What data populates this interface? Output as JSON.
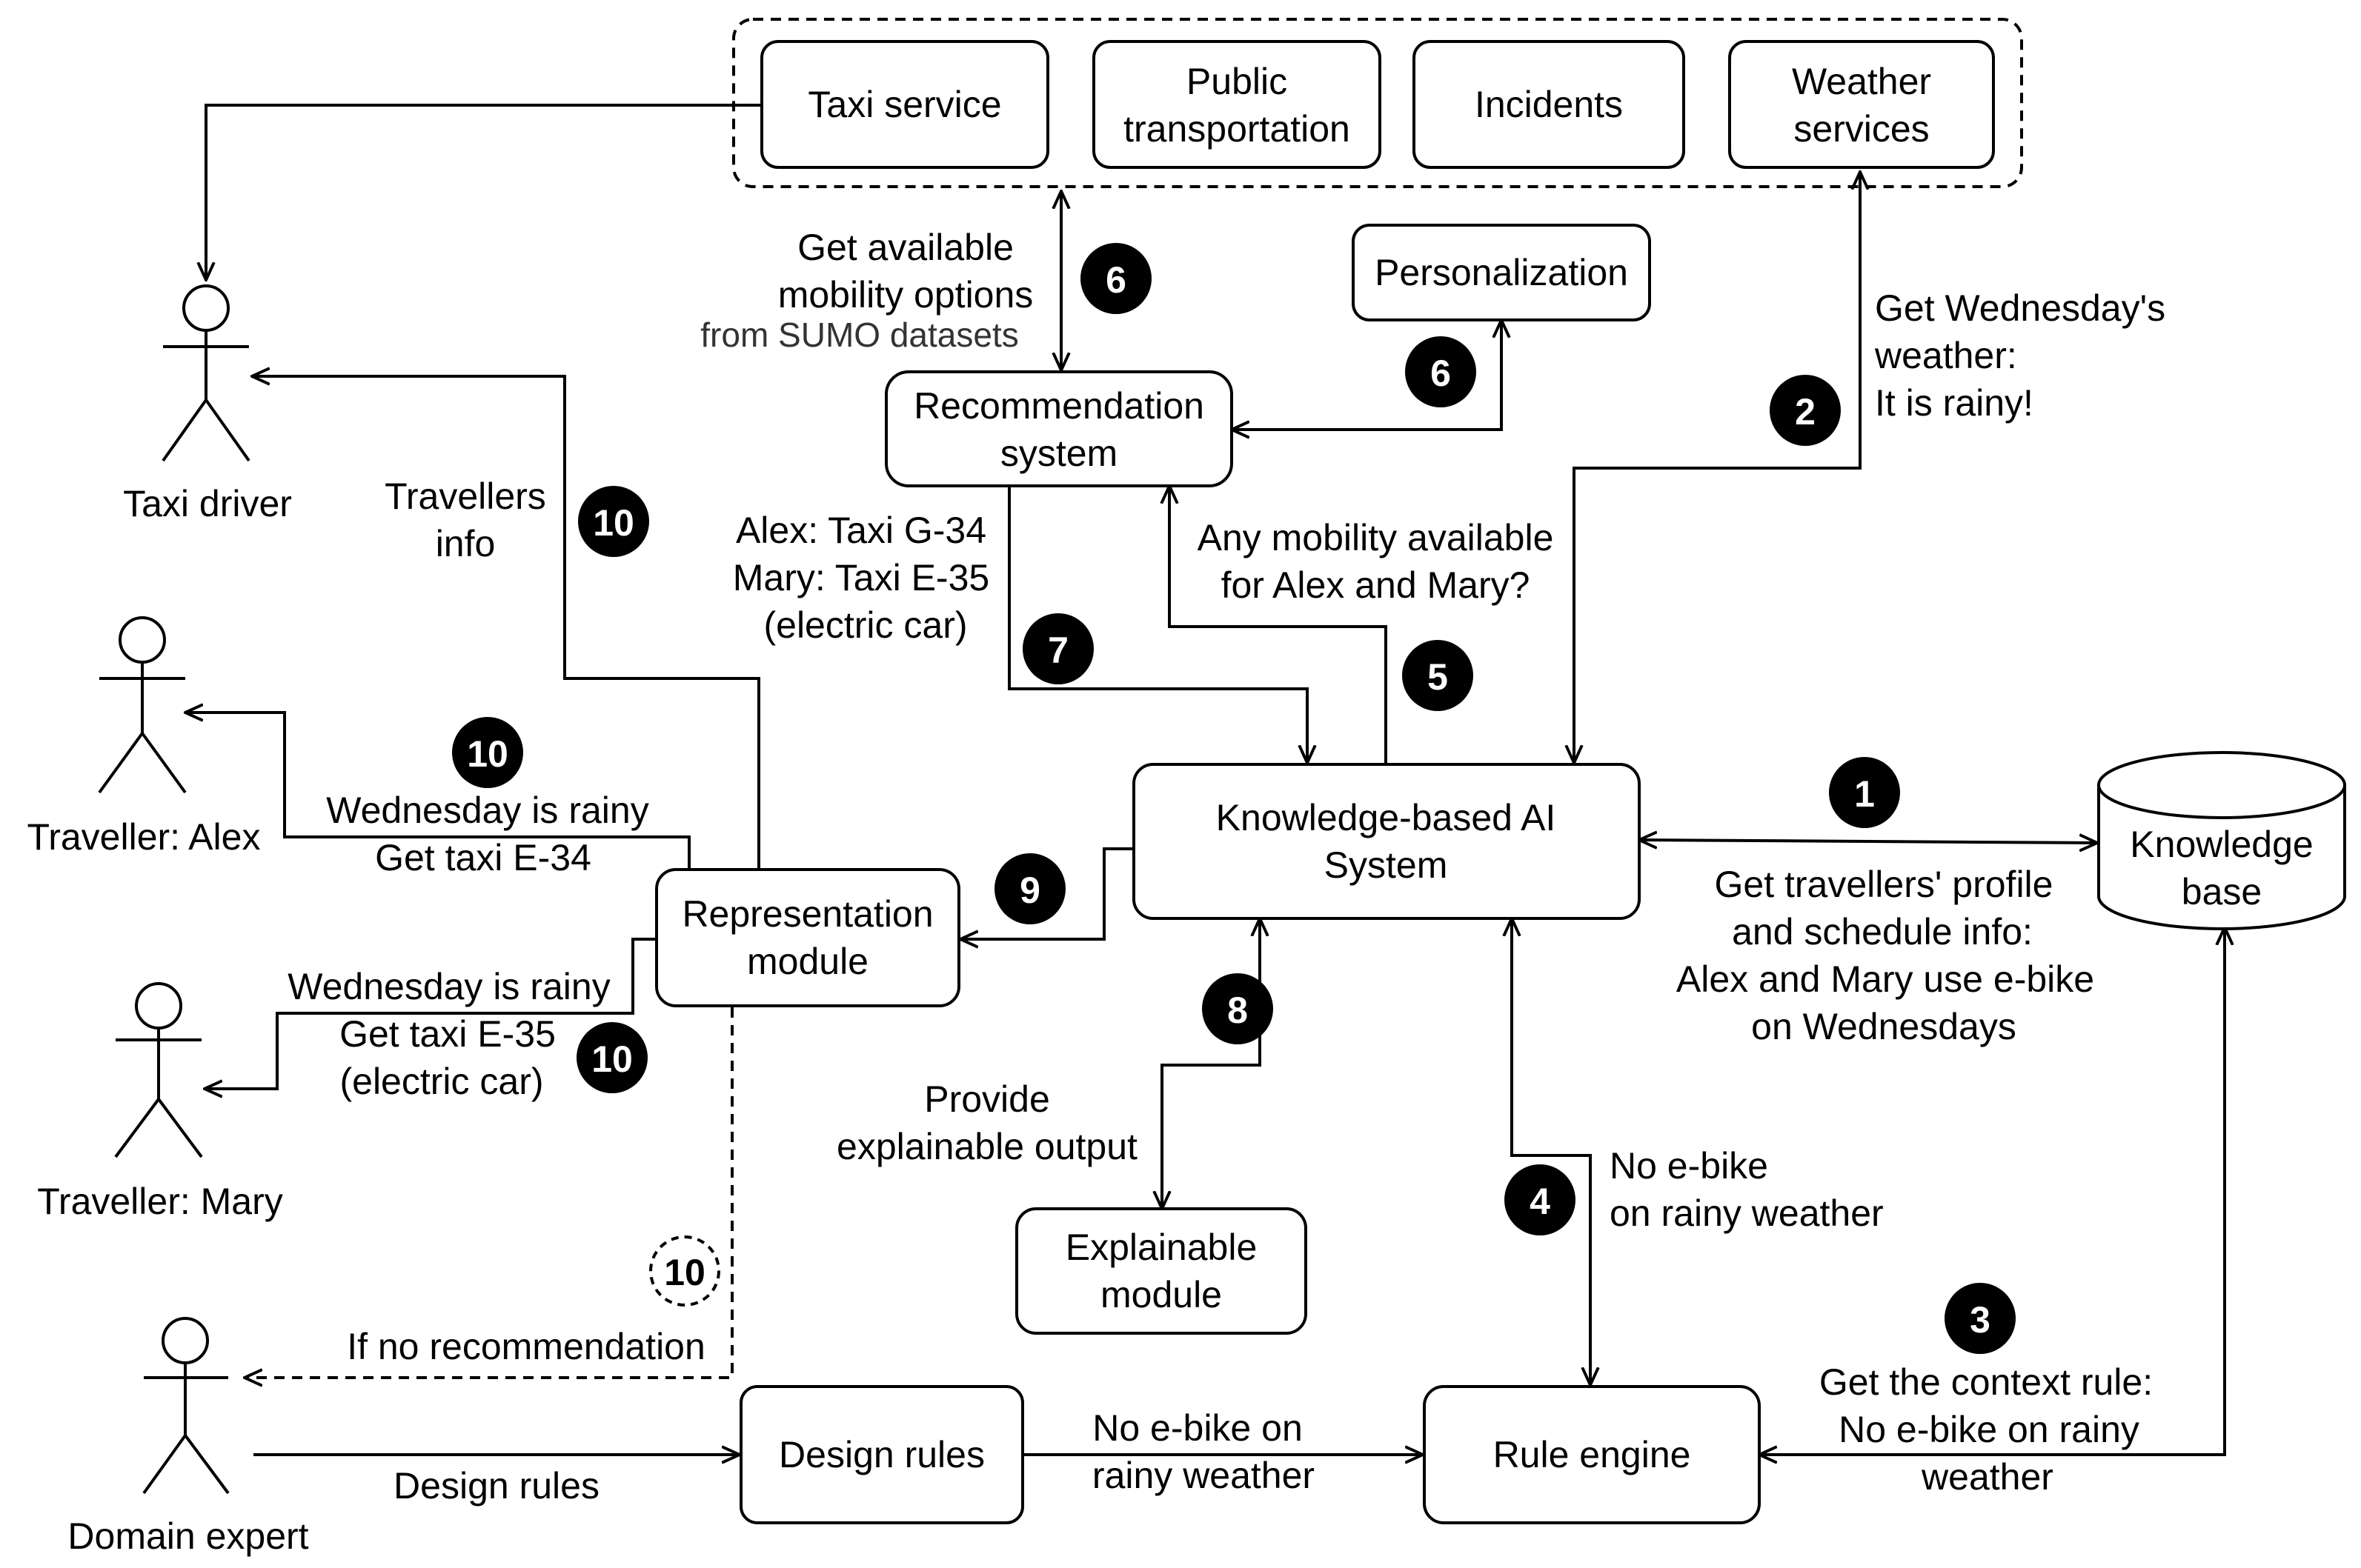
{
  "boxes": {
    "taxi_service": "Taxi service",
    "public_transportation": [
      "Public",
      "transportation"
    ],
    "incidents": "Incidents",
    "weather_services": [
      "Weather",
      "services"
    ],
    "personalization": "Personalization",
    "recommendation_system": [
      "Recommendation",
      "system"
    ],
    "knowledge_based_ai": [
      "Knowledge-based AI",
      "System"
    ],
    "knowledge_base": [
      "Knowledge",
      "base"
    ],
    "representation_module": [
      "Representation",
      "module"
    ],
    "explainable_module": [
      "Explainable",
      "module"
    ],
    "rule_engine": "Rule engine",
    "design_rules": "Design rules"
  },
  "actors": {
    "taxi_driver": "Taxi driver",
    "traveller_alex": "Traveller: Alex",
    "traveller_mary": "Traveller: Mary",
    "domain_expert": "Domain expert"
  },
  "badges": {
    "b1": "1",
    "b2": "2",
    "b3": "3",
    "b4": "4",
    "b5": "5",
    "b6a": "6",
    "b6b": "6",
    "b7": "7",
    "b8": "8",
    "b9": "9",
    "b10_driver": "10",
    "b10_alex": "10",
    "b10_mary": "10",
    "b10_expert": "10"
  },
  "labels": {
    "get_mobility": [
      "Get available",
      "mobility options"
    ],
    "from_sumo": "from SUMO datasets",
    "get_weather": [
      "Get Wednesday's",
      "weather:",
      "It is rainy!"
    ],
    "travellers_info": [
      "Travellers",
      "info"
    ],
    "taxi_assign": [
      "Alex: Taxi G-34",
      "Mary: Taxi E-35",
      "(electric car)"
    ],
    "any_mobility": [
      "Any mobility available",
      "for Alex and Mary?"
    ],
    "alex_msg": [
      "Wednesday is rainy",
      "Get taxi E-34"
    ],
    "mary_msg": [
      "Wednesday is rainy",
      "Get taxi E-35",
      "(electric car)"
    ],
    "profile_info": [
      "Get travellers' profile",
      "and schedule info:",
      "Alex and Mary use e-bike",
      "on Wednesdays"
    ],
    "explainable_output": [
      "Provide",
      "explainable output"
    ],
    "no_ebike_rainy": [
      "No e-bike",
      "on rainy weather"
    ],
    "context_rule": [
      "Get the context rule:",
      "No e-bike on rainy",
      "weather"
    ],
    "if_no_recommendation": "If no recommendation",
    "design_rules_edge": "Design rules",
    "no_ebike_edge": [
      "No e-bike on",
      "rainy weather"
    ]
  }
}
